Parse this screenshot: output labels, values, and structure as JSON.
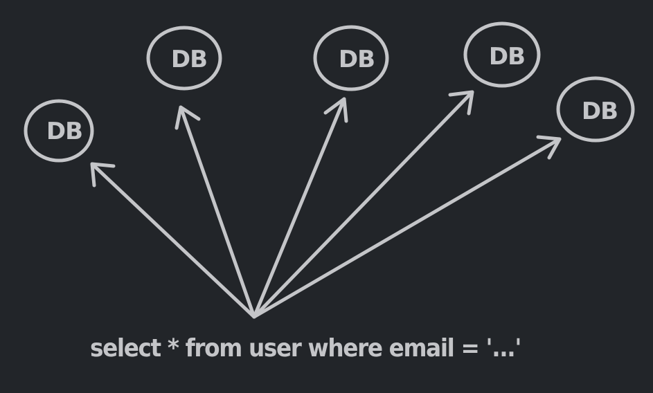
{
  "theme": {
    "background": "#222529",
    "stroke": "#c4c5c8"
  },
  "nodes": [
    {
      "id": "db-1",
      "label": "DB"
    },
    {
      "id": "db-2",
      "label": "DB"
    },
    {
      "id": "db-3",
      "label": "DB"
    },
    {
      "id": "db-4",
      "label": "DB"
    },
    {
      "id": "db-5",
      "label": "DB"
    }
  ],
  "query": {
    "text": "select * from user where email = '...'"
  }
}
